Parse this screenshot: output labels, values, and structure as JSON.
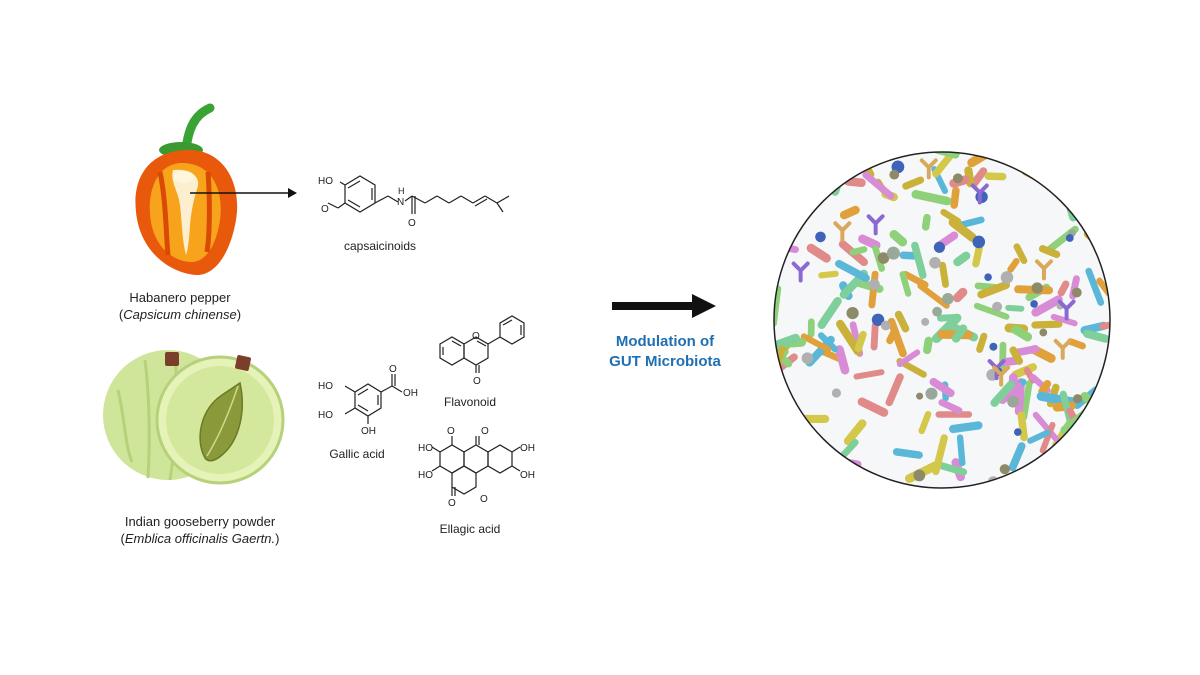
{
  "pepper": {
    "name": "Habanero pepper",
    "latin": "Capsicum chinense"
  },
  "gooseberry": {
    "name": "Indian gooseberry powder",
    "latin": "Emblica officinalis Gaertn."
  },
  "compounds": {
    "capsaicinoids": "capsaicinoids",
    "flavonoid": "Flavonoid",
    "gallic_acid": "Gallic acid",
    "ellagic_acid": "Ellagic acid"
  },
  "atoms": {
    "ho": "HO",
    "oh": "OH",
    "o": "O",
    "n": "N",
    "h": "H"
  },
  "outcome": {
    "line1": "Modulation of",
    "line2": "GUT Microbiota"
  },
  "colors": {
    "pepper_outer": "#e8590c",
    "pepper_inner": "#f8a31c",
    "stem": "#3aa335",
    "gooseberry": "#cfe59a",
    "seed": "#8a9a3a",
    "outcome_text": "#1f6fb2"
  }
}
